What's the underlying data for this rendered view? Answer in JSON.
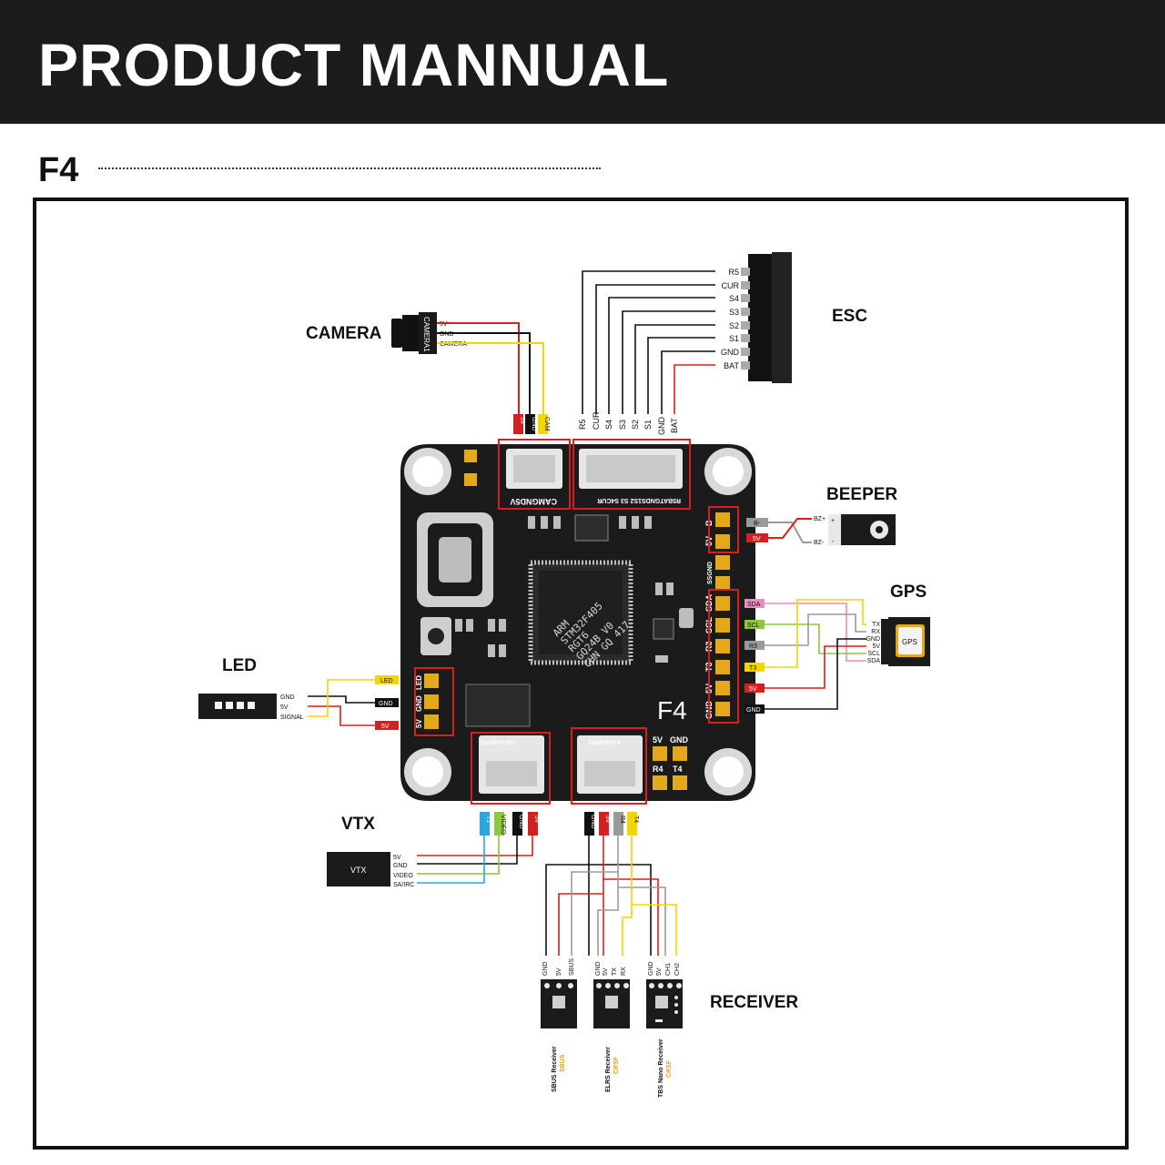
{
  "header": {
    "title": "PRODUCT MANNUAL"
  },
  "section": {
    "label": "F4"
  },
  "groups": {
    "camera": "CAMERA",
    "esc": "ESC",
    "beeper": "BEEPER",
    "gps": "GPS",
    "led": "LED",
    "vtx": "VTX",
    "receiver": "RECEIVER"
  },
  "camera": {
    "module_text": "CAMERA1",
    "pins": [
      "5V",
      "GND",
      "CAMERA"
    ],
    "tags": [
      "5V",
      "GND",
      "CAM"
    ]
  },
  "esc": {
    "pins": [
      "R5",
      "CUR",
      "S4",
      "S3",
      "S2",
      "S1",
      "GND",
      "BAT"
    ]
  },
  "beeper": {
    "tags": [
      "B-",
      "5V"
    ],
    "pins": [
      "BZ+",
      "BZ-"
    ],
    "symbols": [
      "+",
      "-"
    ]
  },
  "gps": {
    "module_text": "GPS",
    "tags": [
      "SDA",
      "SCL",
      "R3",
      "T3",
      "5V",
      "GND"
    ],
    "pins": [
      "TX",
      "RX",
      "GND",
      "5V",
      "SCL",
      "SDA"
    ]
  },
  "led": {
    "tags": [
      "LED",
      "GND",
      "5V"
    ],
    "pins": [
      "GND",
      "5V",
      "SIGNAL"
    ]
  },
  "vtx": {
    "module_text": "VTX",
    "tags": [
      "T1",
      "VIDEO",
      "GND",
      "5V"
    ],
    "pins": [
      "5V",
      "GND",
      "VIDEO",
      "SA/IRC"
    ]
  },
  "receiver": {
    "tags": [
      "GND",
      "5V",
      "R4",
      "T4"
    ],
    "modules": [
      {
        "pins": [
          "GND",
          "5V",
          "SBUS"
        ],
        "name": "SBUS Receiver",
        "protocol": "SBUS"
      },
      {
        "pins": [
          "GND",
          "5V",
          "TX",
          "RX"
        ],
        "name": "ELRS Receiver",
        "protocol": "CRSF"
      },
      {
        "pins": [
          "GND",
          "5V",
          "CH1",
          "CH2"
        ],
        "name": "TBS Nano Receiver",
        "protocol": "CRSF"
      }
    ]
  },
  "board": {
    "name": "F4",
    "mcu_lines": [
      "ARM",
      "STM32F405",
      "RGT6",
      "GQ24B V0",
      "CHN GQ 417"
    ],
    "silk_top_left": "CAMGND5V",
    "silk_top_right": "R5BATGNDS1S2 S3 S4CUR",
    "silk_right": [
      "B-",
      "5V",
      "SSGND",
      "SDA",
      "SCL",
      "R3",
      "T3",
      "5V",
      "GND"
    ],
    "silk_led": [
      "LED",
      "GND",
      "5V"
    ],
    "silk_bottom_left": "T1GNDVTX5V",
    "silk_bottom_mid": "GND5VR4T4",
    "silk_bottom_right": [
      "5V",
      "GND",
      "R4",
      "T4"
    ]
  },
  "colors": {
    "red": "#d42020",
    "yellow": "#f2d600",
    "black": "#111111",
    "gray": "#9a9a9a",
    "green": "#8dc63f",
    "pink": "#e98bbf",
    "blue": "#2aa7e0",
    "orange": "#e8a21c"
  }
}
